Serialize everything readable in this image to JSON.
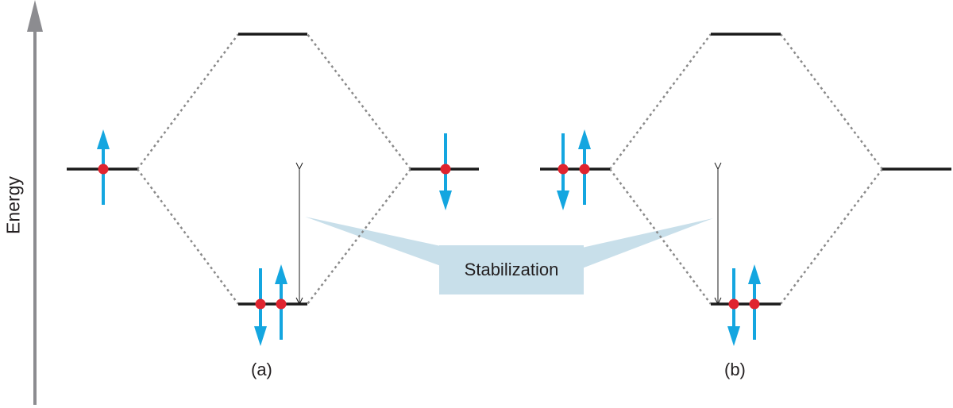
{
  "axis": {
    "label": "Energy"
  },
  "callout": {
    "text": "Stabilization"
  },
  "panels": [
    {
      "label": "(a)"
    },
    {
      "label": "(b)"
    }
  ],
  "colors": {
    "axis": "#8c8c90",
    "level": "#1a1a1a",
    "connector": "#8a8a8a",
    "electron_arrow": "#14a6e0",
    "electron_dot": "#e0242f",
    "callout_fill": "#c8dfea"
  }
}
